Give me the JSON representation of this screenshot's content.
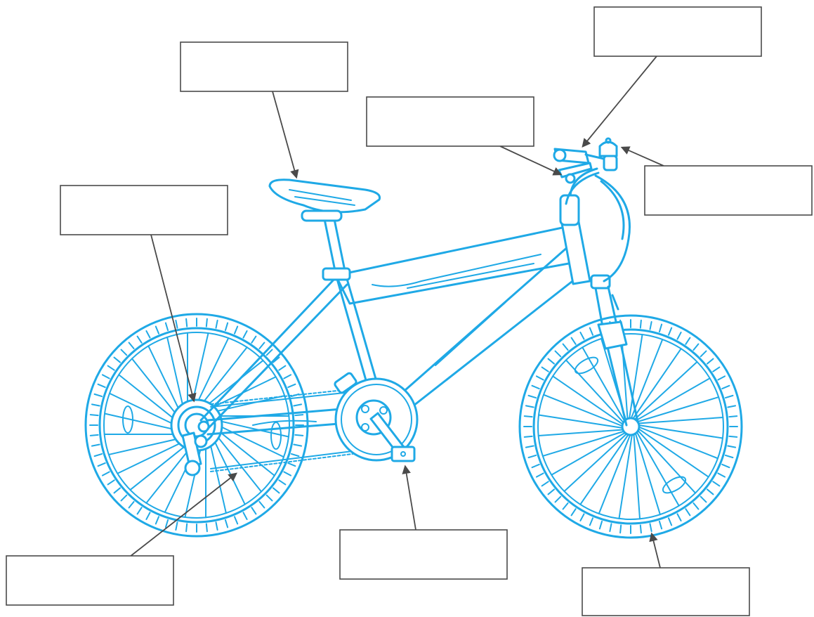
{
  "diagram": {
    "subject": "bicycle",
    "bike_color": "#1fa9e6",
    "line_color": "#4a4a4a",
    "labels": [
      {
        "id": "saddle",
        "text": ""
      },
      {
        "id": "handlebar-grip",
        "text": ""
      },
      {
        "id": "brake-lever",
        "text": ""
      },
      {
        "id": "bell",
        "text": ""
      },
      {
        "id": "rear-gears",
        "text": ""
      },
      {
        "id": "chain",
        "text": ""
      },
      {
        "id": "pedal",
        "text": ""
      },
      {
        "id": "tyre",
        "text": ""
      }
    ]
  }
}
